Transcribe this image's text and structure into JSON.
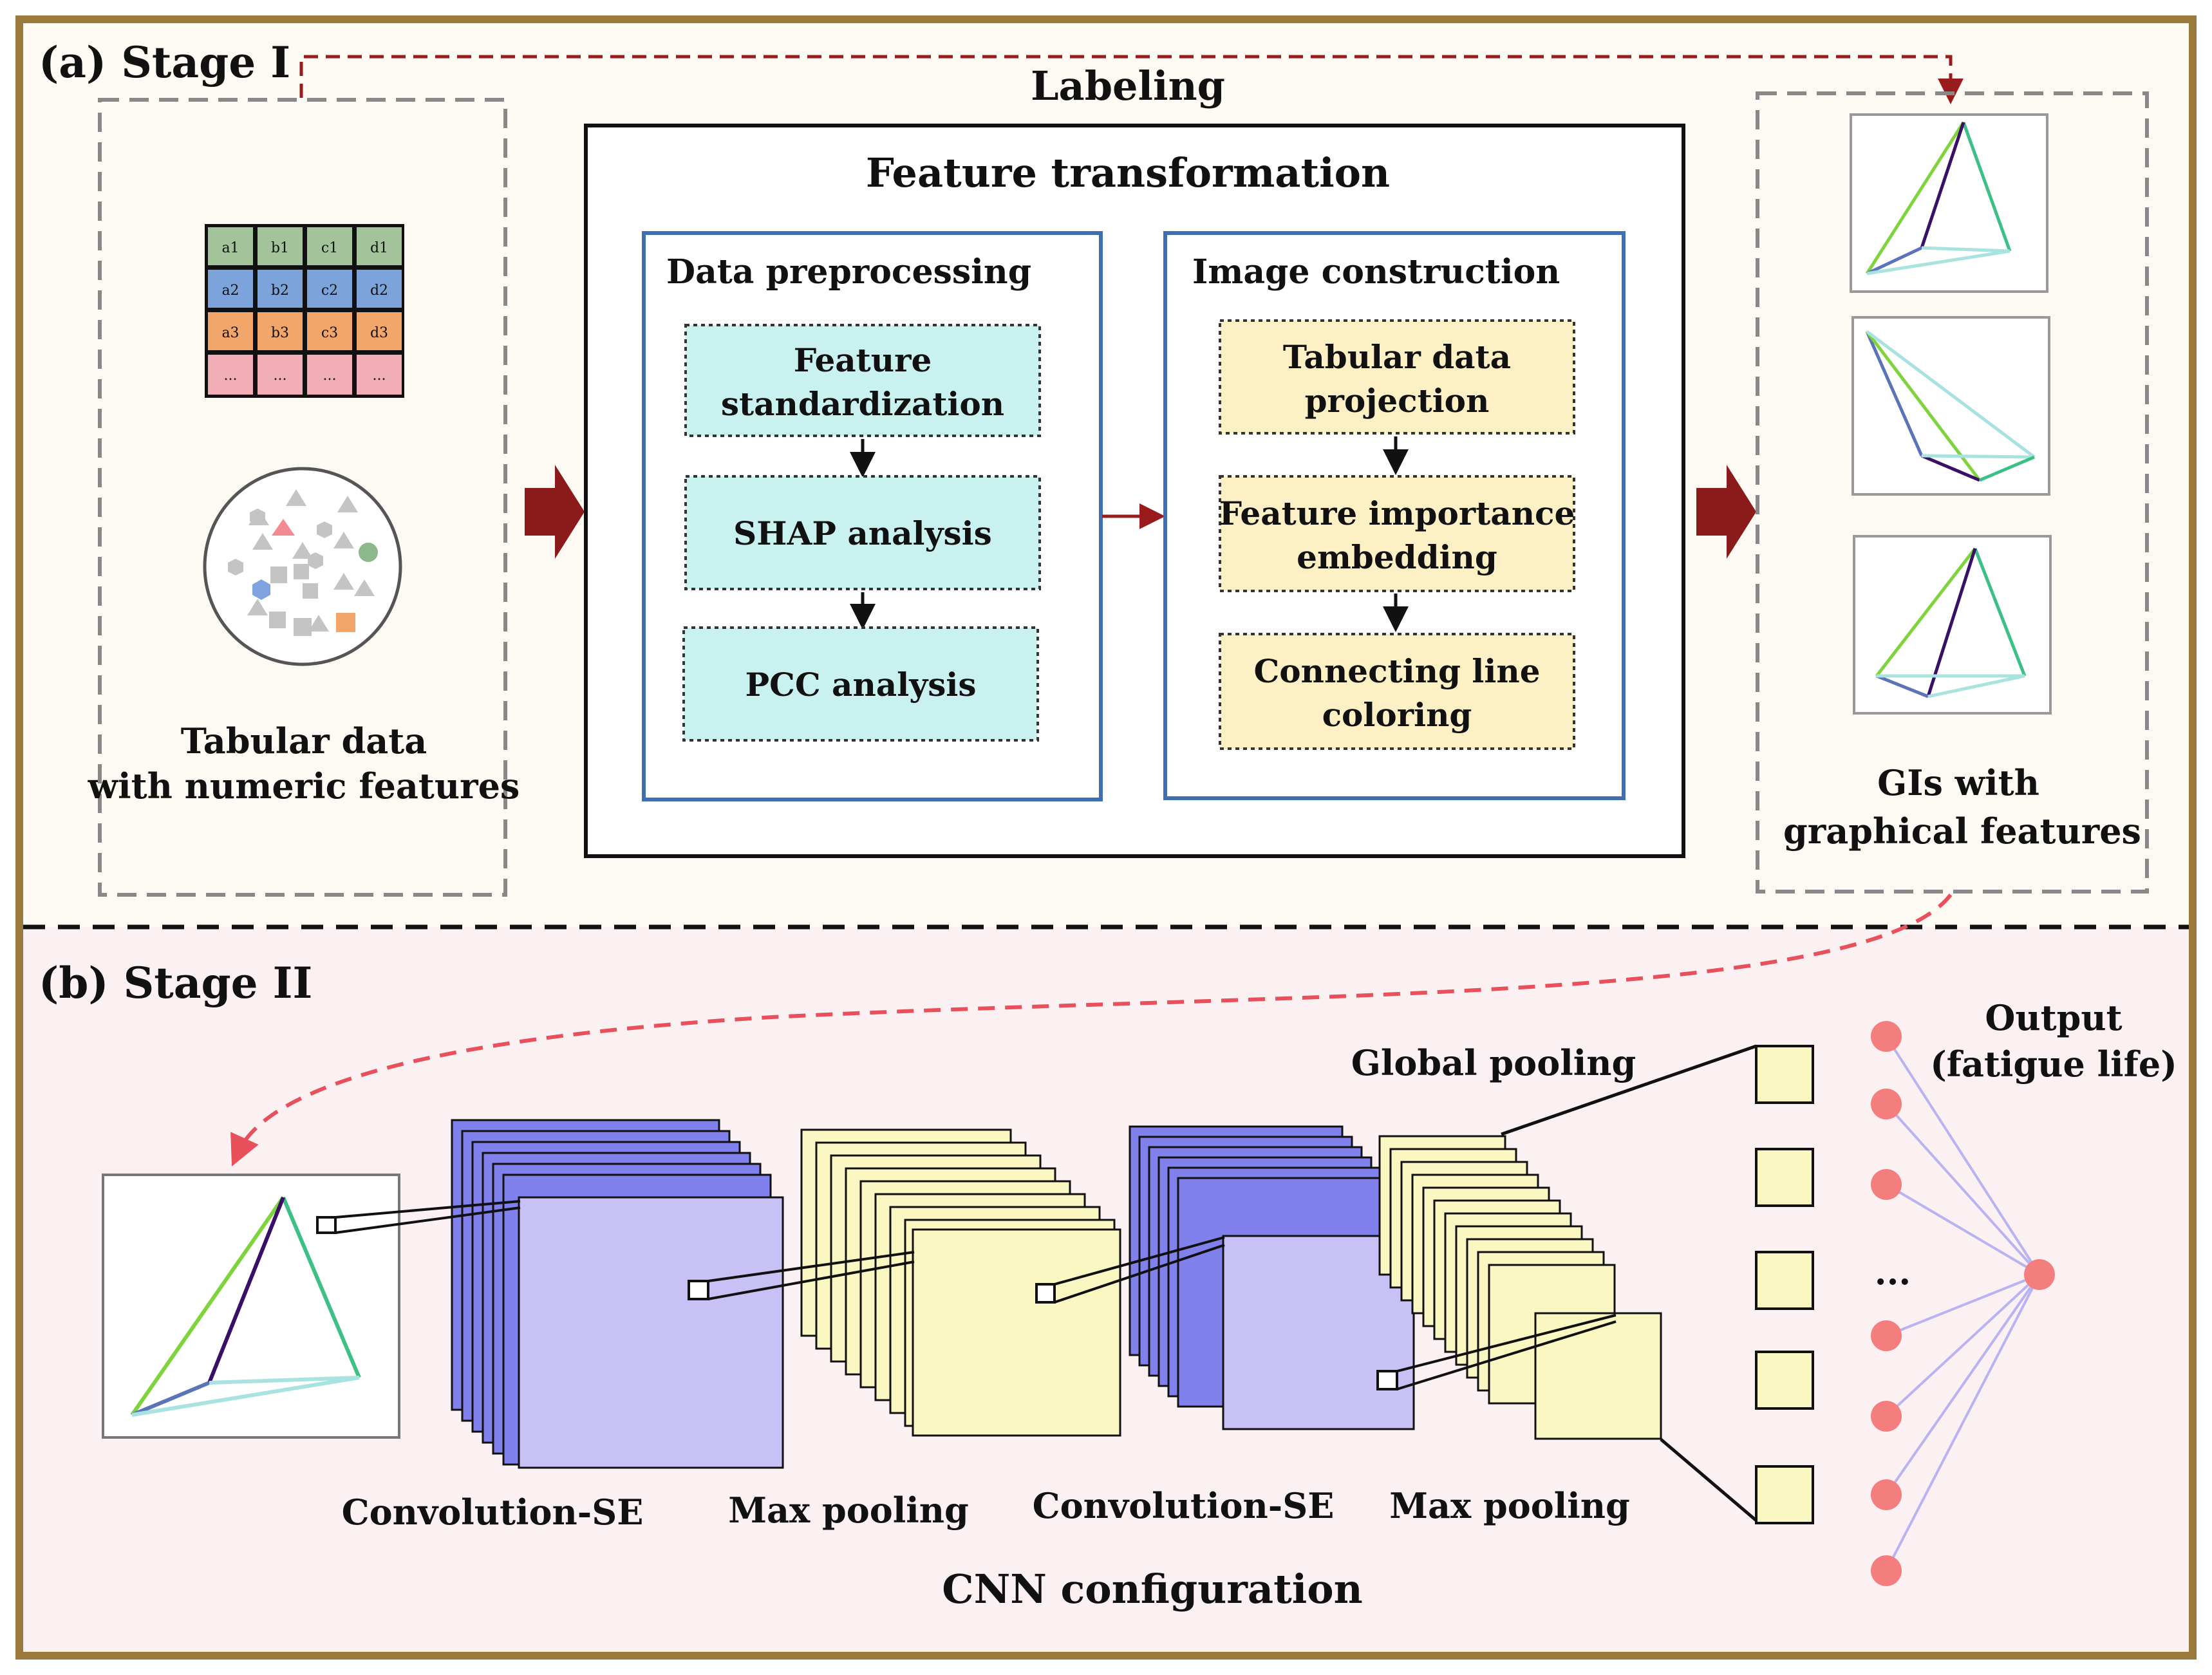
{
  "stage1": {
    "label": "(a) Stage I",
    "labeling": "Labeling",
    "input_caption_line1": "Tabular data",
    "input_caption_line2": "with numeric features",
    "table_cells": [
      [
        "a1",
        "b1",
        "c1",
        "d1"
      ],
      [
        "a2",
        "b2",
        "c2",
        "d2"
      ],
      [
        "a3",
        "b3",
        "c3",
        "d3"
      ],
      [
        "...",
        "...",
        "...",
        "..."
      ]
    ],
    "feature_transformation": "Feature transformation",
    "data_preprocessing": {
      "title": "Data preprocessing",
      "steps": [
        "Feature standardization",
        "SHAP analysis",
        "PCC analysis"
      ],
      "step1_line1": "Feature",
      "step1_line2": "standardization"
    },
    "image_construction": {
      "title": "Image construction",
      "step1_line1": "Tabular data",
      "step1_line2": "projection",
      "step2_line1": "Feature importance",
      "step2_line2": "embedding",
      "step3_line1": "Connecting line",
      "step3_line2": "coloring"
    },
    "output_caption_line1": "GIs with",
    "output_caption_line2": "graphical features"
  },
  "stage2": {
    "label": "(b) Stage II",
    "layers": [
      "Convolution-SE",
      "Max pooling",
      "Convolution-SE",
      "Max pooling"
    ],
    "global_pooling": "Global pooling",
    "output_line1": "Output",
    "output_line2": "(fatigue life)",
    "ellipsis": "...",
    "cnn_caption": "CNN configuration"
  },
  "colors": {
    "frame_border": "#9a7a3a",
    "stage1_bg": "#fdf9f3",
    "stage2_bg": "#fcf1f2",
    "blue_box": "#3f6fb0",
    "cyan_step": "#c9f1ef",
    "yellow_step": "#fdf0c4",
    "dark_red_arrow": "#8b1a1a",
    "dashed_red": "#e8505b",
    "conv_blue": "#8181ee",
    "conv_front": "#c8c1f6",
    "pool_yellow": "#fbf7c2",
    "node_pink": "#f47d7d",
    "line_lavender": "#b9b3f2"
  }
}
